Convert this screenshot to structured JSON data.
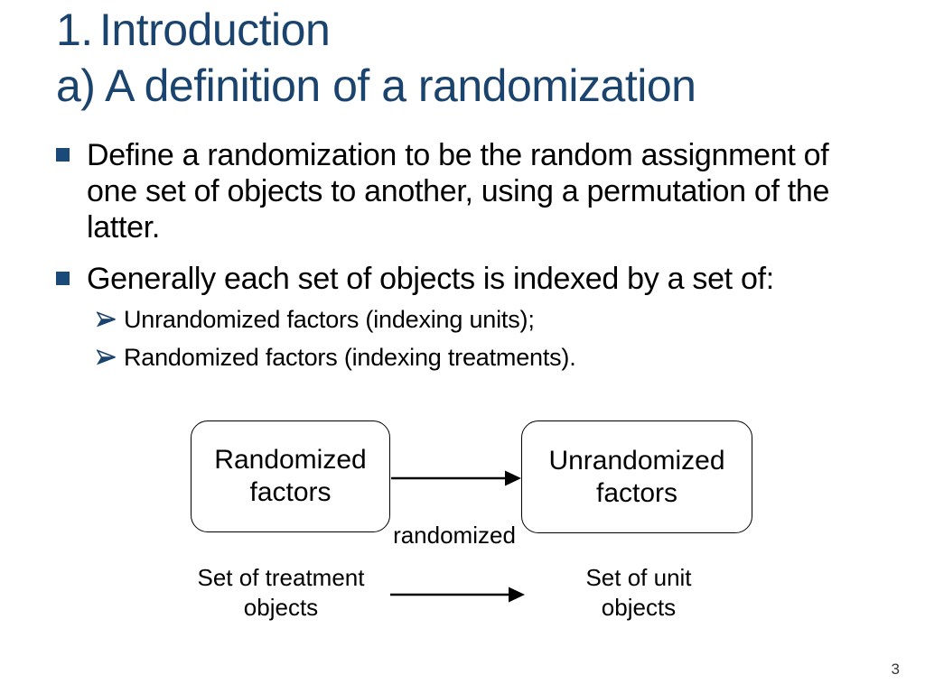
{
  "slide": {
    "title": {
      "number": "1.",
      "line1": "Introduction",
      "line2": "a) A definition of a randomization"
    },
    "bullets": [
      {
        "lines": [
          "Define a randomization to be the random assignment of",
          "one set of objects to another, using a permutation of the",
          "latter."
        ]
      },
      {
        "lines": [
          "Generally each set of objects is indexed by a set of:"
        ]
      }
    ],
    "sub_bullets": [
      {
        "text": "Unrandomized factors (indexing units);"
      },
      {
        "text": "Randomized factors (indexing treatments)."
      }
    ],
    "diagram": {
      "box_left": {
        "line1": "Randomized",
        "line2": "factors"
      },
      "box_right": {
        "line1": "Unrandomized",
        "line2": "factors"
      },
      "arrow_label": "randomized",
      "label_left": {
        "line1": "Set of treatment",
        "line2": "objects"
      },
      "label_right": {
        "line1": "Set of unit",
        "line2": "objects"
      }
    },
    "page_number": "3",
    "colors": {
      "title_navy": "#1A436E",
      "bullet_navy": "#1A4A77",
      "body_text": "#000000",
      "background": "#FFFFFF"
    }
  }
}
